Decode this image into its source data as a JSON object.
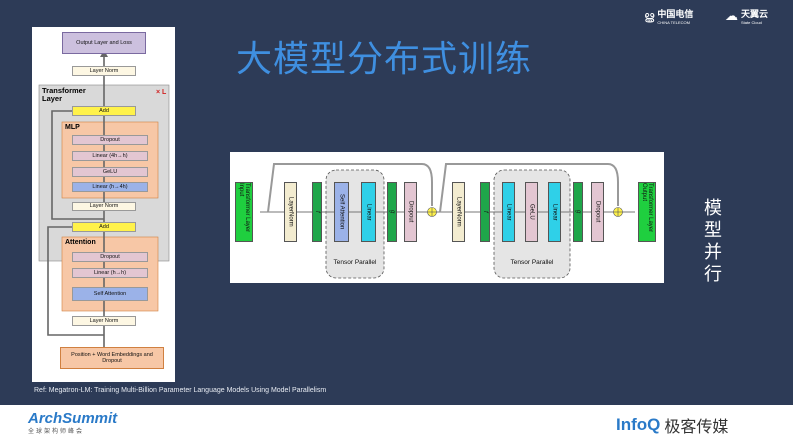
{
  "slide": {
    "title": "大模型分布式训练",
    "side_text": "模型并行",
    "reference": "Ref: Megatron-LM: Training Multi-Billion Parameter Language Models Using Model Parallelism"
  },
  "logos": {
    "china_telecom": "中国电信",
    "china_telecom_en": "CHINA TELECOM",
    "state_cloud": "天翼云",
    "state_cloud_en": "State Cloud",
    "archsummit": "ArchSummit",
    "archsummit_sub": "全球架构师峰会",
    "infoq": "InfoQ",
    "infoq_cn": "极客传媒"
  },
  "left_diagram": {
    "output_layer": "Output Layer and Loss",
    "layer_norm_top": "Layer Norm",
    "transformer_layer": "Transformer Layer",
    "repeat_mark": "× L",
    "add_top": "Add",
    "mlp_title": "MLP",
    "mlp_dropout": "Dropout",
    "mlp_linear_1": "Linear (4h→h)",
    "mlp_gelu": "GeLU",
    "mlp_linear_2": "Linear (h→4h)",
    "layer_norm_mid": "Layer Norm",
    "add_bottom": "Add",
    "attention_title": "Attention",
    "attn_dropout": "Dropout",
    "attn_linear": "Linear (h→h)",
    "attn_self": "Self Attention",
    "layer_norm_bottom": "Layer Norm",
    "embedding": "Position + Word Embeddings and Dropout"
  },
  "right_diagram": {
    "input": "Transformer Layer Input",
    "output": "Transformer Layer Output",
    "layernorm_1": "LayerNorm",
    "f_1": "f",
    "self_attention": "Self Attention",
    "linear_1": "Linear",
    "g_1": "g",
    "dropout_1": "Dropout",
    "tensor_parallel_1": "Tensor Parallel",
    "layernorm_2": "LayerNorm",
    "f_2": "f",
    "linear_2": "Linear",
    "gelu": "GeLU",
    "linear_3": "Linear",
    "g_2": "g",
    "dropout_2": "Dropout",
    "tensor_parallel_2": "Tensor Parallel"
  },
  "colors": {
    "background": "#2d3b57",
    "title": "#3f8fe0",
    "green": "#1fa64a",
    "linear": "#2fd0e8",
    "attention": "#9bb2e8",
    "gelu": "#e3c6d2",
    "layernorm": "#f3ecd0",
    "add": "#fff24a",
    "orange_box": "#f7c7a6",
    "output_box": "#ccc0de"
  }
}
